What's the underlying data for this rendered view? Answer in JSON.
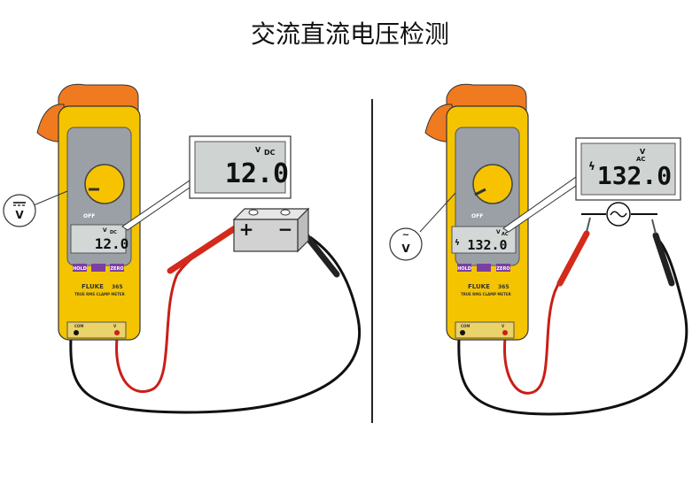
{
  "title": "交流直流电压检测",
  "colors": {
    "meter_yellow": "#f5c400",
    "meter_orange": "#f07a1f",
    "meter_gray": "#9aa0a6",
    "lcd_bg": "#cfd4d2",
    "lead_red": "#d32a1c",
    "lead_black": "#111111",
    "battery_gray": "#cfcfcf"
  },
  "dc_panel": {
    "mode_symbol": "V",
    "mode_marker": "DC",
    "zoom_display": {
      "unit": "V",
      "mode": "DC",
      "reading": "12.0"
    },
    "meter_display": {
      "unit": "V",
      "mode": "DC",
      "reading": "12.0"
    },
    "battery": {
      "plus": "+",
      "minus": "−"
    },
    "meter_brand": "FLUKE",
    "meter_model": "365",
    "meter_caption": "TRUE RMS CLAMP METER",
    "buttons": [
      "HOLD",
      "",
      "ZERO"
    ],
    "dial_off": "OFF",
    "jack_labels": [
      "COM",
      "V"
    ]
  },
  "ac_panel": {
    "mode_symbol": "V",
    "mode_marker": "~",
    "zoom_display": {
      "unit": "V",
      "mode": "AC",
      "reading": "132.0",
      "warning": "ϟ"
    },
    "meter_display": {
      "unit": "V",
      "mode": "AC",
      "reading": "132.0",
      "warning": "ϟ"
    },
    "source_symbol": "~",
    "meter_brand": "FLUKE",
    "meter_model": "365",
    "meter_caption": "TRUE RMS CLAMP METER",
    "buttons": [
      "HOLD",
      "",
      "ZERO"
    ],
    "dial_off": "OFF",
    "jack_labels": [
      "COM",
      "V"
    ]
  }
}
